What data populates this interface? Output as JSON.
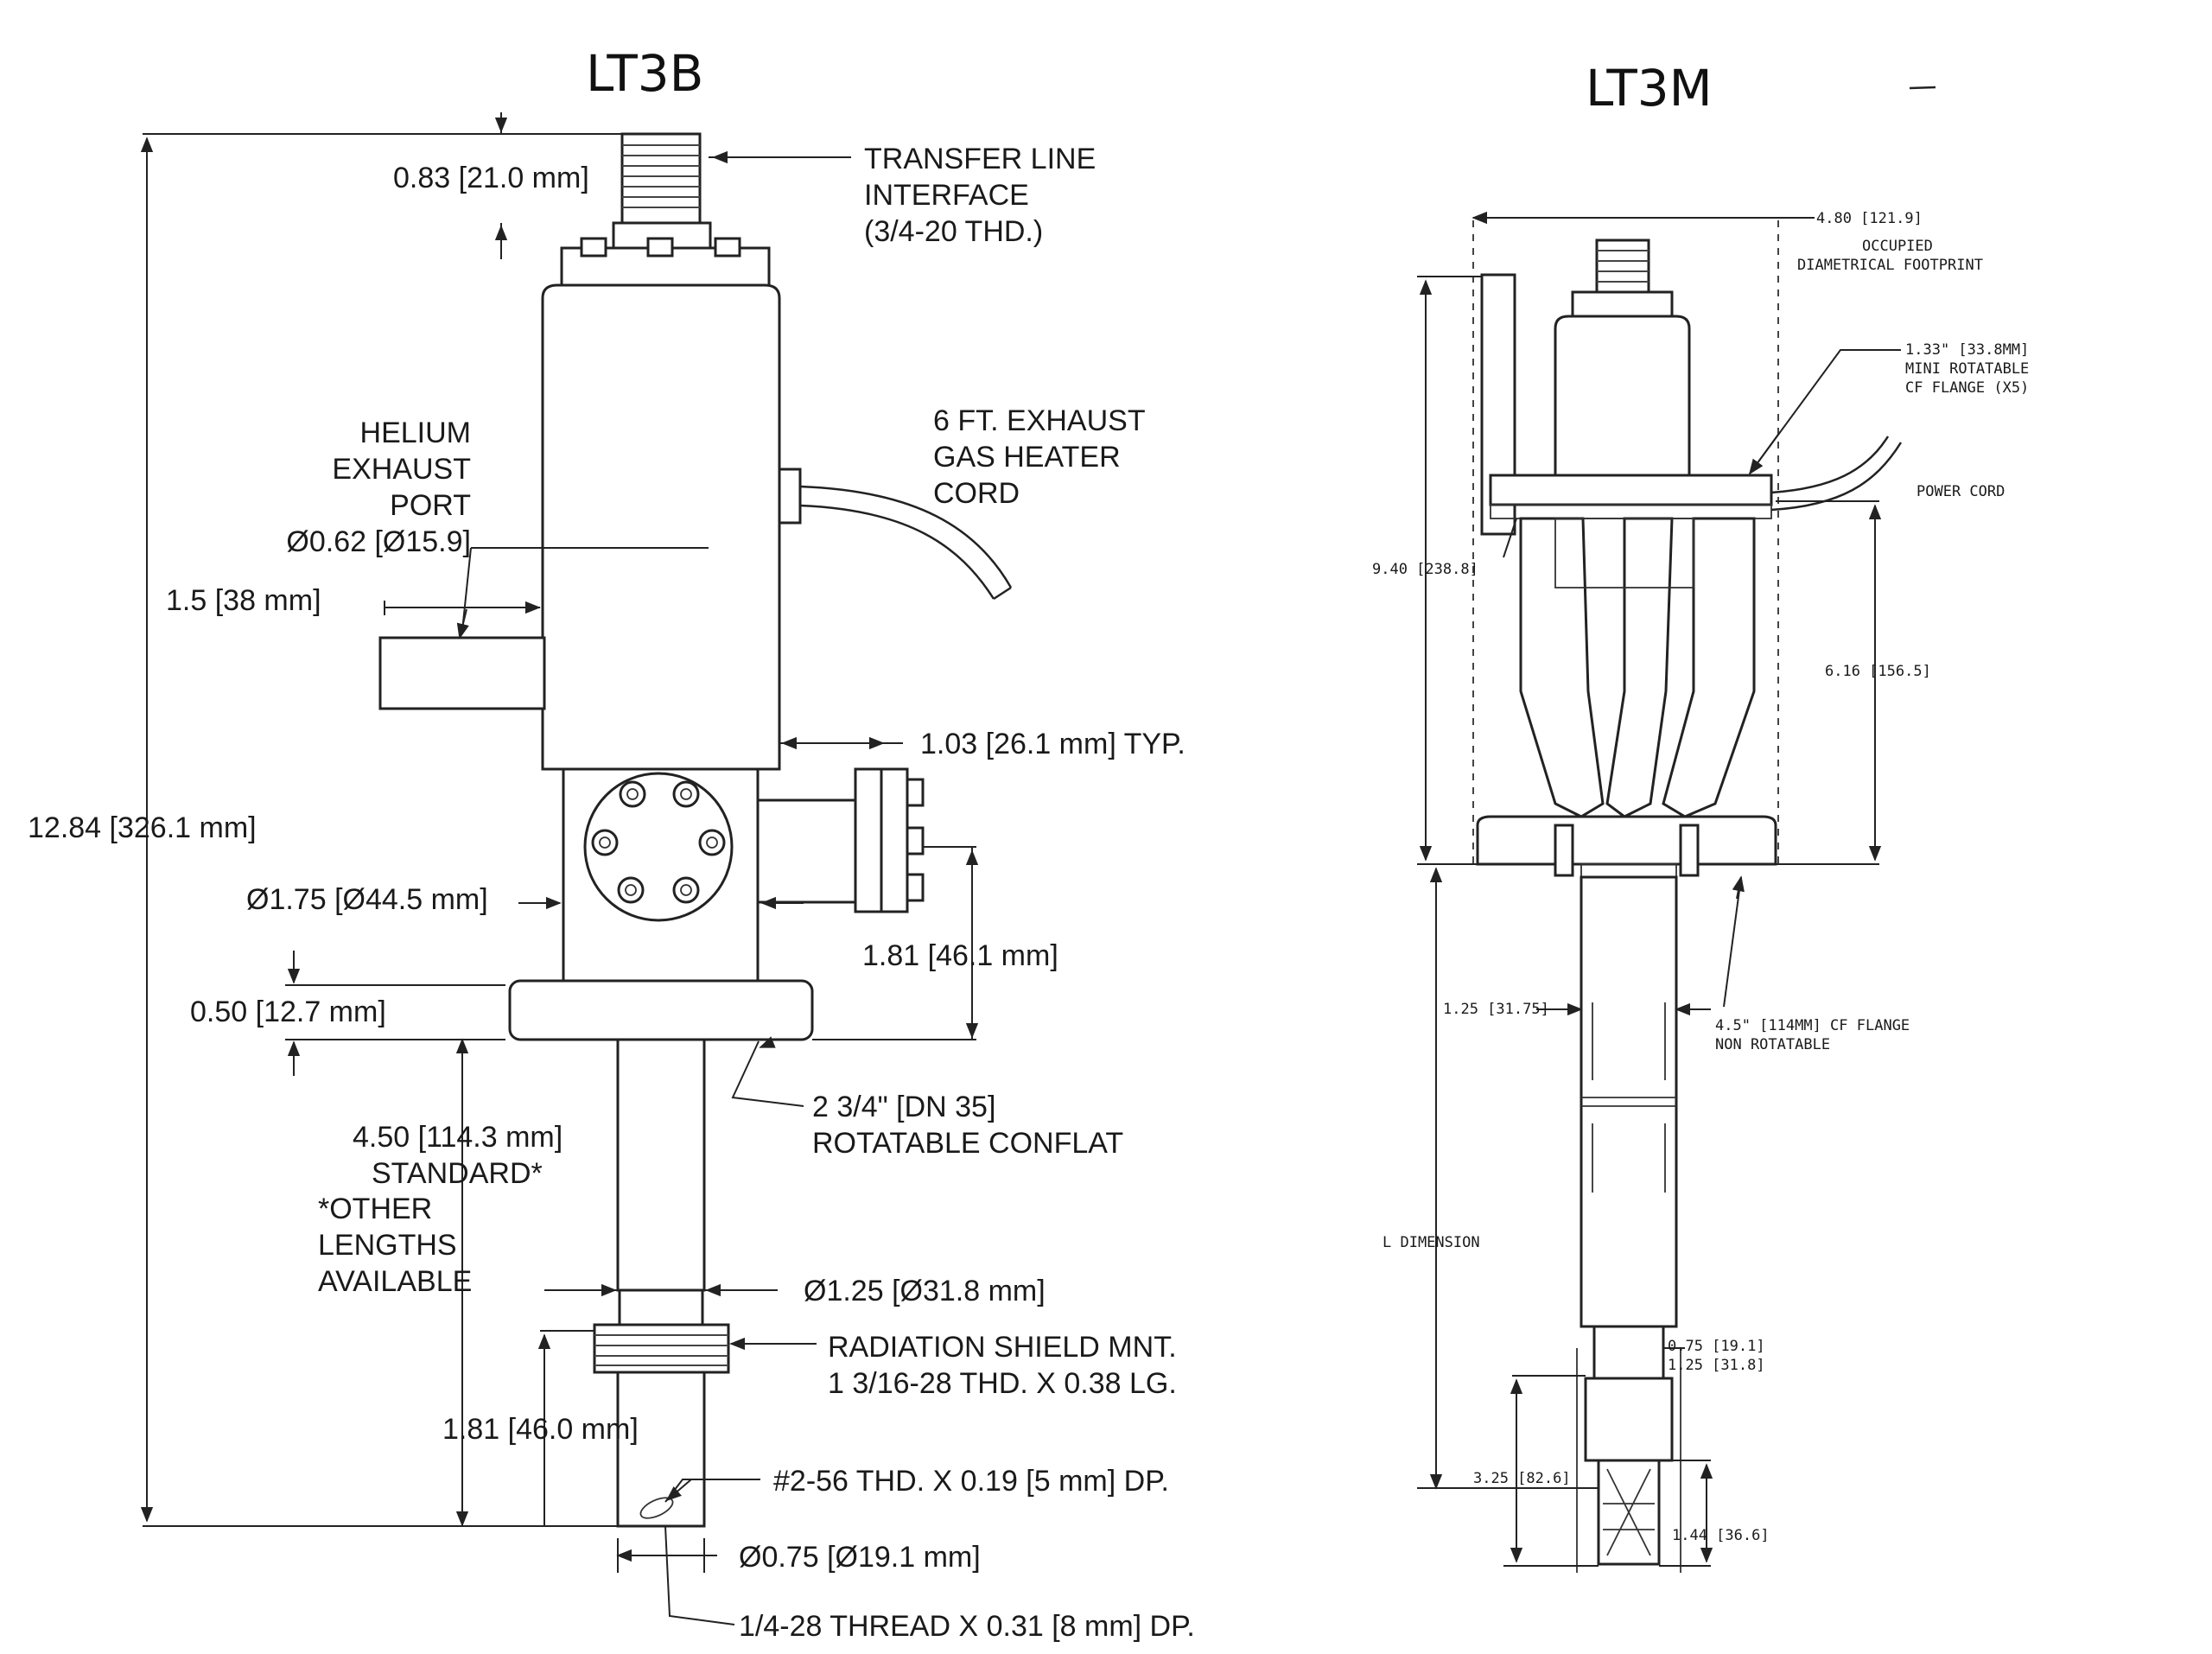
{
  "titles": {
    "left": "LT3B",
    "right": "LT3M"
  },
  "lt3b": {
    "transfer_line_dim": "0.83 [21.0 mm]",
    "transfer_line_1": "TRANSFER LINE",
    "transfer_line_2": "INTERFACE",
    "transfer_line_3": "(3/4-20 THD.)",
    "helium_1": "HELIUM",
    "helium_2": "EXHAUST",
    "helium_3": "PORT",
    "helium_4": "Ø0.62 [Ø15.9]",
    "port_len": "1.5 [38 mm]",
    "cord_1": "6 FT. EXHAUST",
    "cord_2": "GAS HEATER",
    "cord_3": "CORD",
    "typ": "1.03 [26.1 mm] TYP.",
    "overall": "12.84 [326.1 mm]",
    "body_dia": "Ø1.75 [Ø44.5 mm]",
    "flange_offset": "1.81 [46.1 mm]",
    "flange_thk": "0.50 [12.7 mm]",
    "conflat_1": "2 3/4\" [DN 35]",
    "conflat_2": "ROTATABLE CONFLAT",
    "std_1": "4.50 [114.3 mm]",
    "std_2": "STANDARD*",
    "std_3": "*OTHER",
    "std_4": "LENGTHS",
    "std_5": "AVAILABLE",
    "tube_dia": "Ø1.25 [Ø31.8 mm]",
    "shield_1": "RADIATION SHIELD MNT.",
    "shield_2": "1 3/16-28 THD. X 0.38 LG.",
    "tip_len": "1.81 [46.0 mm]",
    "screw": "#2-56 THD.  X 0.19 [5 mm] DP.",
    "tip_dia": "Ø0.75 [Ø19.1 mm]",
    "thread": "1/4-28 THREAD X 0.31 [8 mm] DP."
  },
  "lt3m": {
    "footprint_dim": "4.80 [121.9]",
    "footprint_1": "OCCUPIED",
    "footprint_2": "DIAMETRICAL FOOTPRINT",
    "mini_1": "1.33\" [33.8MM]",
    "mini_2": "MINI ROTATABLE",
    "mini_3": "CF FLANGE (X5)",
    "power": "POWER CORD",
    "height": "9.40 [238.8]",
    "upper": "6.16 [156.5]",
    "tube": "1.25 [31.75]",
    "cf_1": "4.5\" [114MM] CF FLANGE",
    "cf_2": "NON ROTATABLE",
    "ldim": "L DIMENSION",
    "tip_a": "0.75 [19.1]",
    "tip_b": "1.25 [31.8]",
    "tip_len": "3.25 [82.6]",
    "tip_end": "1.44 [36.6]"
  }
}
